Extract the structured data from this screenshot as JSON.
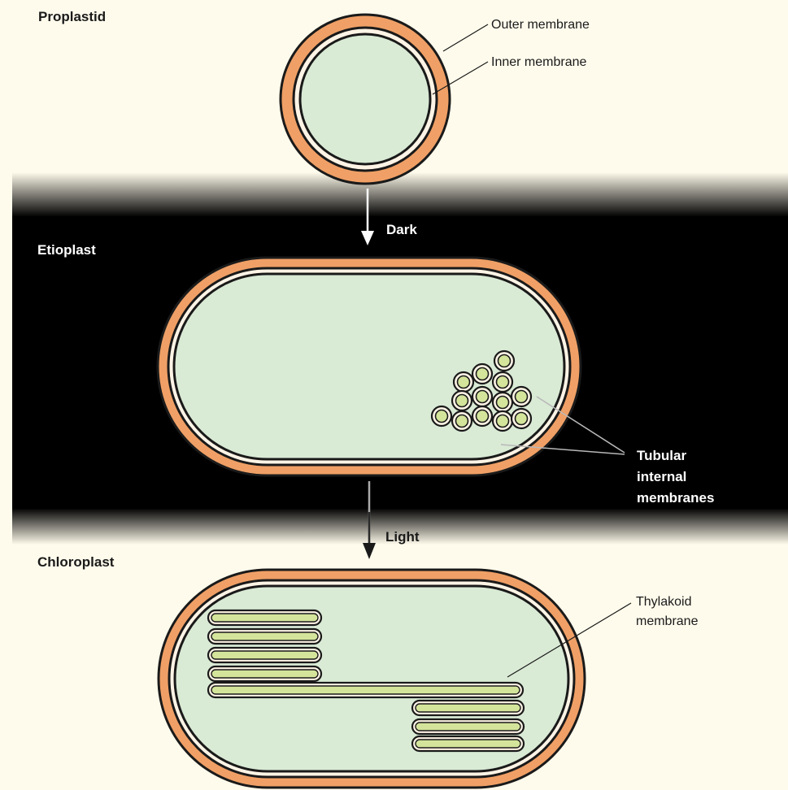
{
  "stages": {
    "proplastid": "Proplastid",
    "etioplast": "Etioplast",
    "chloroplast": "Chloroplast"
  },
  "transitions": {
    "dark": "Dark",
    "light": "Light"
  },
  "labels": {
    "outer_membrane": "Outer membrane",
    "inner_membrane": "Inner membrane",
    "tubular_line1": "Tubular",
    "tubular_line2": "internal",
    "tubular_line3": "membranes",
    "thylakoid_line1": "Thylakoid",
    "thylakoid_line2": "membrane"
  },
  "colors": {
    "background_light": "#fffbec",
    "dark_band": "#000000",
    "membrane_orange": "#f0a066",
    "stroma": "#d9ead5",
    "thylakoid_fill": "#d4e59b",
    "outline": "#1a1a1a"
  }
}
